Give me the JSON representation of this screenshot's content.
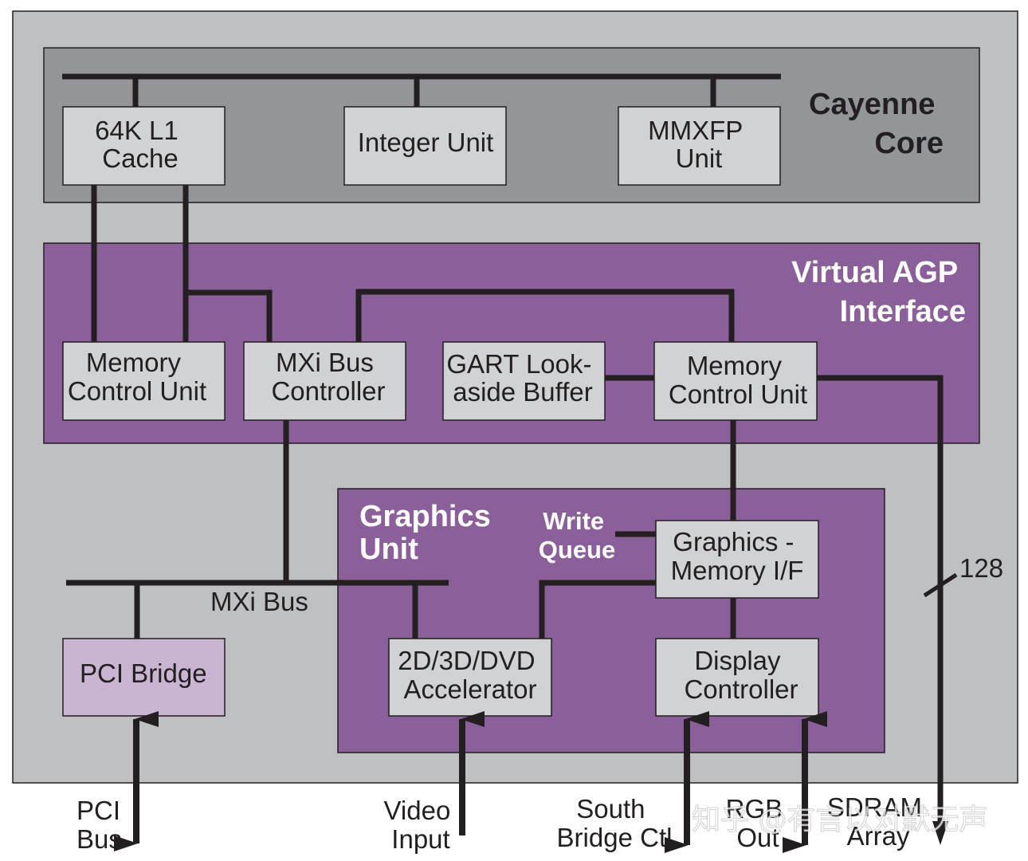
{
  "colors": {
    "chip_bg": "#bfc0c2",
    "core_bg": "#939598",
    "agp_bg": "#8b5f99",
    "graphics_bg": "#8b5f99",
    "unit_box": "#d1d2d4",
    "pci_box": "#c9b5d2",
    "line": "#231f20"
  },
  "regions": {
    "core": {
      "title_line1": "Cayenne",
      "title_line2": "Core"
    },
    "agp": {
      "title_line1": "Virtual AGP",
      "title_line2": "Interface"
    },
    "graphics": {
      "title_line1": "Graphics",
      "title_line2": "Unit"
    }
  },
  "blocks": {
    "l1_cache": {
      "line1": "64K L1",
      "line2": "Cache"
    },
    "integer_unit": {
      "line1": "Integer Unit"
    },
    "mmxfp_unit": {
      "line1": "MMXFP",
      "line2": "Unit"
    },
    "mcu_left": {
      "line1": "Memory",
      "line2": "Control Unit"
    },
    "mxi_bus_controller": {
      "line1": "MXi Bus",
      "line2": "Controller"
    },
    "gart": {
      "line1": "GART Look-",
      "line2": "aside Buffer"
    },
    "mcu_right": {
      "line1": "Memory",
      "line2": "Control Unit"
    },
    "gfx_mem_if": {
      "line1": "Graphics -",
      "line2": "Memory I/F"
    },
    "accelerator": {
      "line1": "2D/3D/DVD",
      "line2": "Accelerator"
    },
    "display_controller": {
      "line1": "Display",
      "line2": "Controller"
    },
    "pci_bridge": {
      "line1": "PCI Bridge"
    }
  },
  "labels": {
    "write_queue_line1": "Write",
    "write_queue_line2": "Queue",
    "mxi_bus": "MXi Bus",
    "bus_width": "128"
  },
  "external": {
    "pci_bus": {
      "line1": "PCI",
      "line2": "Bus"
    },
    "video_input": {
      "line1": "Video",
      "line2": "Input"
    },
    "south_bridge": {
      "line1": "South",
      "line2": "Bridge Ctl"
    },
    "rgb_out": {
      "line1": "RGB",
      "line2": "Out"
    },
    "sdram_array": {
      "line1": "SDRAM",
      "line2": "Array"
    }
  },
  "watermark": "知乎 @有言以对默无声"
}
